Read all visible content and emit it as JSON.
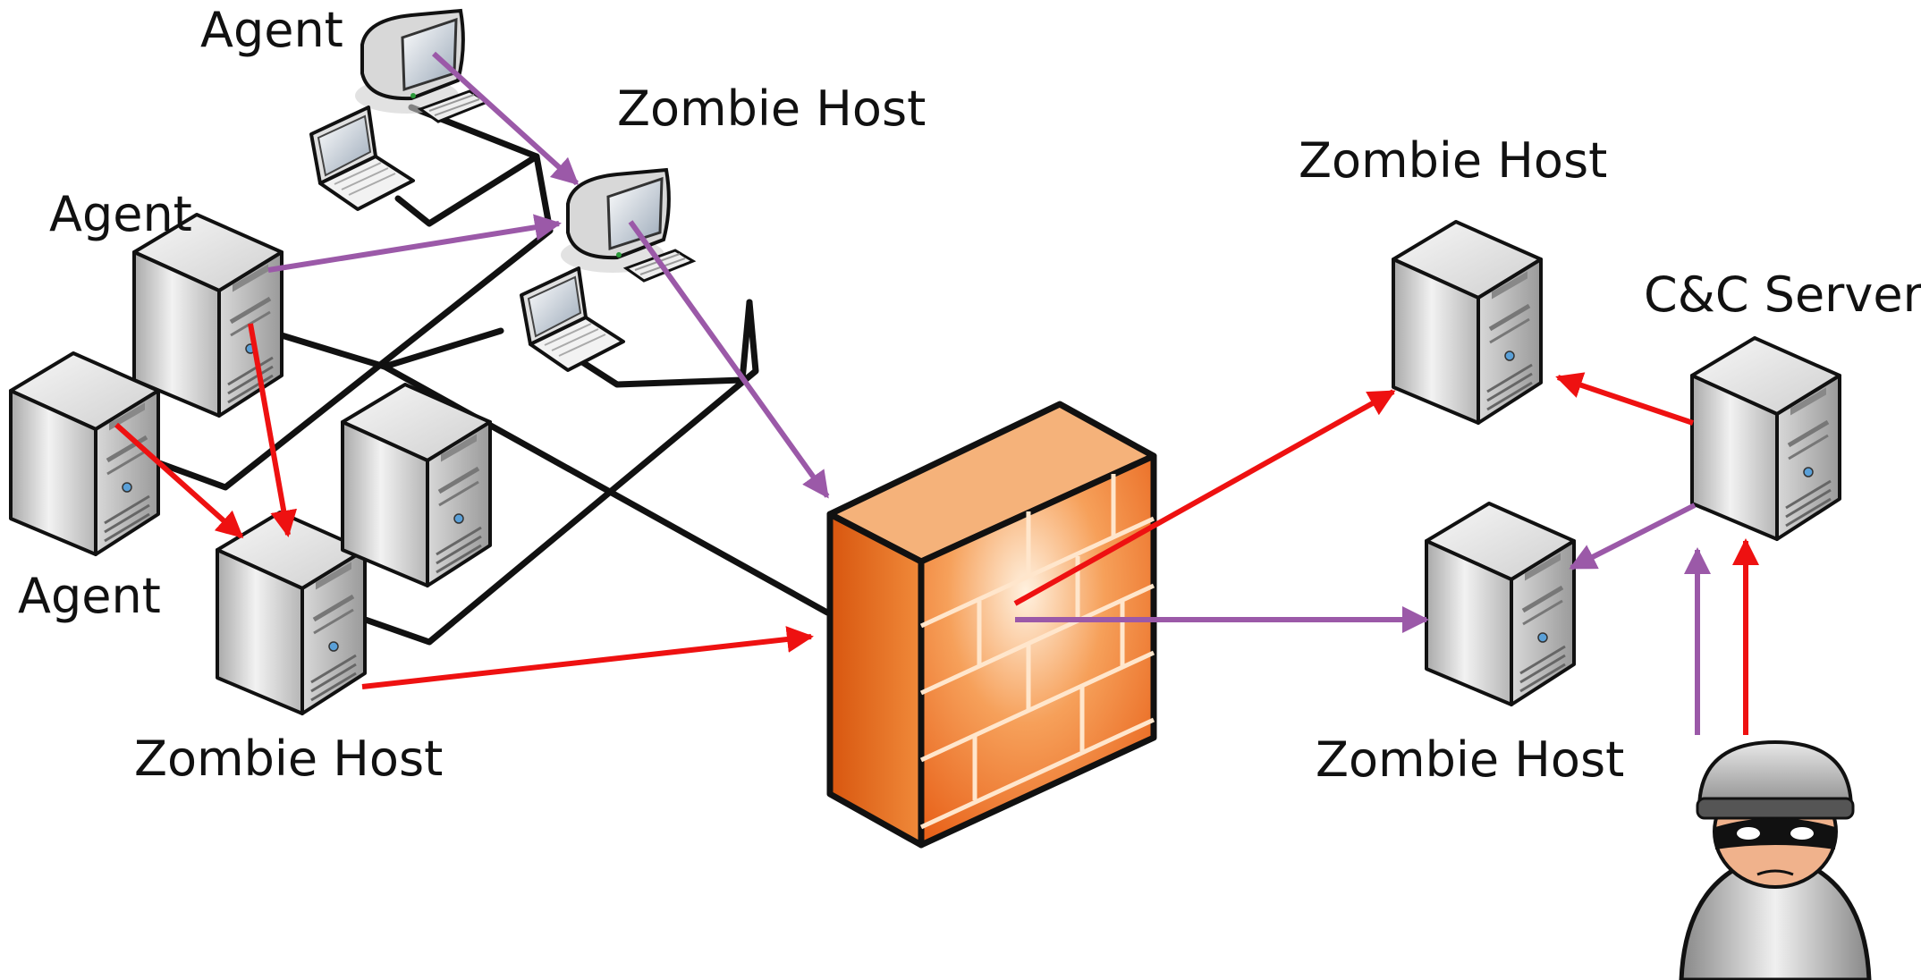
{
  "labels": {
    "agent_top": "Agent",
    "agent_mid": "Agent",
    "agent_low": "Agent",
    "zombie_top_center": "Zombie Host",
    "zombie_top_right": "Zombie Host",
    "zombie_bottom_left": "Zombie Host",
    "zombie_bottom_right": "Zombie Host",
    "cc_server": "C&C Server"
  },
  "colors": {
    "red_arrow": "#ee1111",
    "purple_arrow": "#9b59a8",
    "network_line": "#111111",
    "firewall_face": "#f27a2a",
    "server_body": "#c8c8c8"
  },
  "icons": [
    "server-icon",
    "desktop-icon",
    "laptop-icon",
    "firewall-icon",
    "attacker-icon"
  ]
}
